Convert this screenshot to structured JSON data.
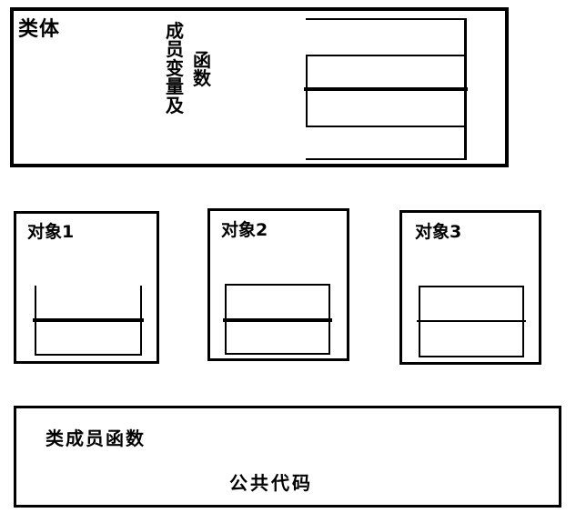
{
  "diagram": {
    "title_region": {
      "class_body_label": "类体"
    },
    "class_body": {
      "label": "类体",
      "vertical_text_column_left": [
        "成",
        "员",
        "变",
        "量",
        "及"
      ],
      "vertical_text_column_right": [
        "函",
        "数"
      ],
      "member_text_full": "成员变量及函数"
    },
    "objects": [
      {
        "label": "对象1",
        "inner_shape": "open-top-rect-with-thick-divider"
      },
      {
        "label": "对象2",
        "inner_shape": "closed-rect-with-thick-divider"
      },
      {
        "label": "对象3",
        "inner_shape": "closed-rect-with-thin-divider"
      }
    ],
    "member_functions_box": {
      "label": "类成员函数",
      "sub_label": "公共代码"
    },
    "colors": {
      "stroke": "#000000",
      "background": "#ffffff"
    }
  }
}
